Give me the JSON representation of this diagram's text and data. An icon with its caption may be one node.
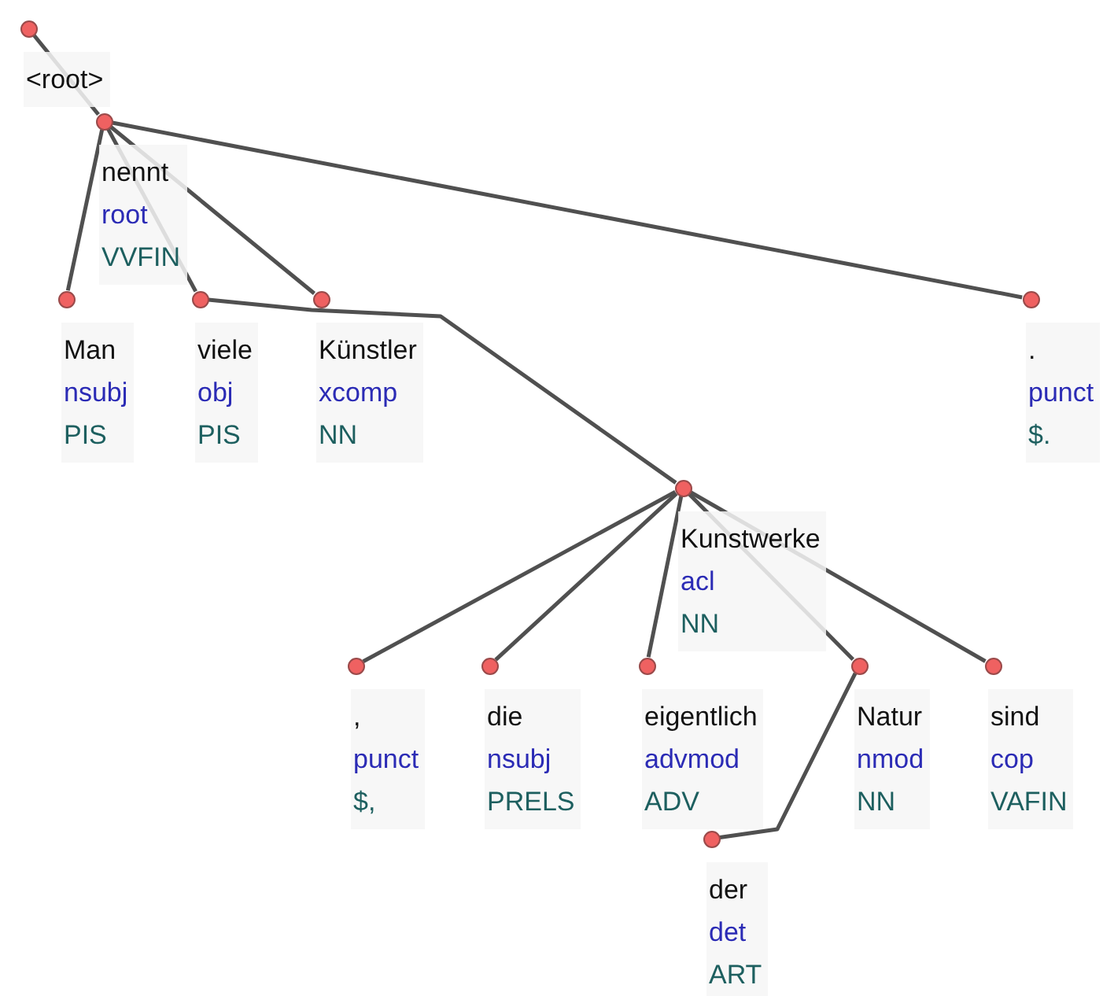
{
  "diagram": {
    "nodes": [
      {
        "text": [
          "<root>"
        ]
      },
      {
        "text": [
          "nennt",
          "root",
          "VVFIN"
        ]
      },
      {
        "text": [
          "Man",
          "nsubj",
          "PIS"
        ]
      },
      {
        "text": [
          "viele",
          "obj",
          "PIS"
        ]
      },
      {
        "text": [
          "Künstler",
          "xcomp",
          "NN"
        ]
      },
      {
        "text": [
          ".",
          "punct",
          "$."
        ]
      },
      {
        "text": [
          "Kunstwerke",
          "acl",
          "NN"
        ]
      },
      {
        "text": [
          ",",
          "punct",
          "$,"
        ]
      },
      {
        "text": [
          "die",
          "nsubj",
          "PRELS"
        ]
      },
      {
        "text": [
          "eigentlich",
          "advmod",
          "ADV"
        ]
      },
      {
        "text": [
          "Natur",
          "nmod",
          "NN"
        ]
      },
      {
        "text": [
          "sind",
          "cop",
          "VAFIN"
        ]
      },
      {
        "text": [
          "der",
          "det",
          "ART"
        ]
      }
    ],
    "edges": [
      {
        "from": 0,
        "to": 1,
        "arrow": "none"
      },
      {
        "from": 1,
        "to": 2,
        "arrow": "none"
      },
      {
        "from": 1,
        "to": 3,
        "arrow": "none"
      },
      {
        "from": 1,
        "to": 4,
        "arrow": "none"
      },
      {
        "from": 1,
        "to": 5,
        "arrow": "none"
      },
      {
        "from": 3,
        "to": 6,
        "arrow": "none"
      },
      {
        "from": 6,
        "to": 7,
        "arrow": "none"
      },
      {
        "from": 6,
        "to": 8,
        "arrow": "none"
      },
      {
        "from": 6,
        "to": 9,
        "arrow": "none"
      },
      {
        "from": 6,
        "to": 10,
        "arrow": "none"
      },
      {
        "from": 6,
        "to": 11,
        "arrow": "none"
      },
      {
        "from": 10,
        "to": 12,
        "arrow": "none"
      }
    ]
  }
}
